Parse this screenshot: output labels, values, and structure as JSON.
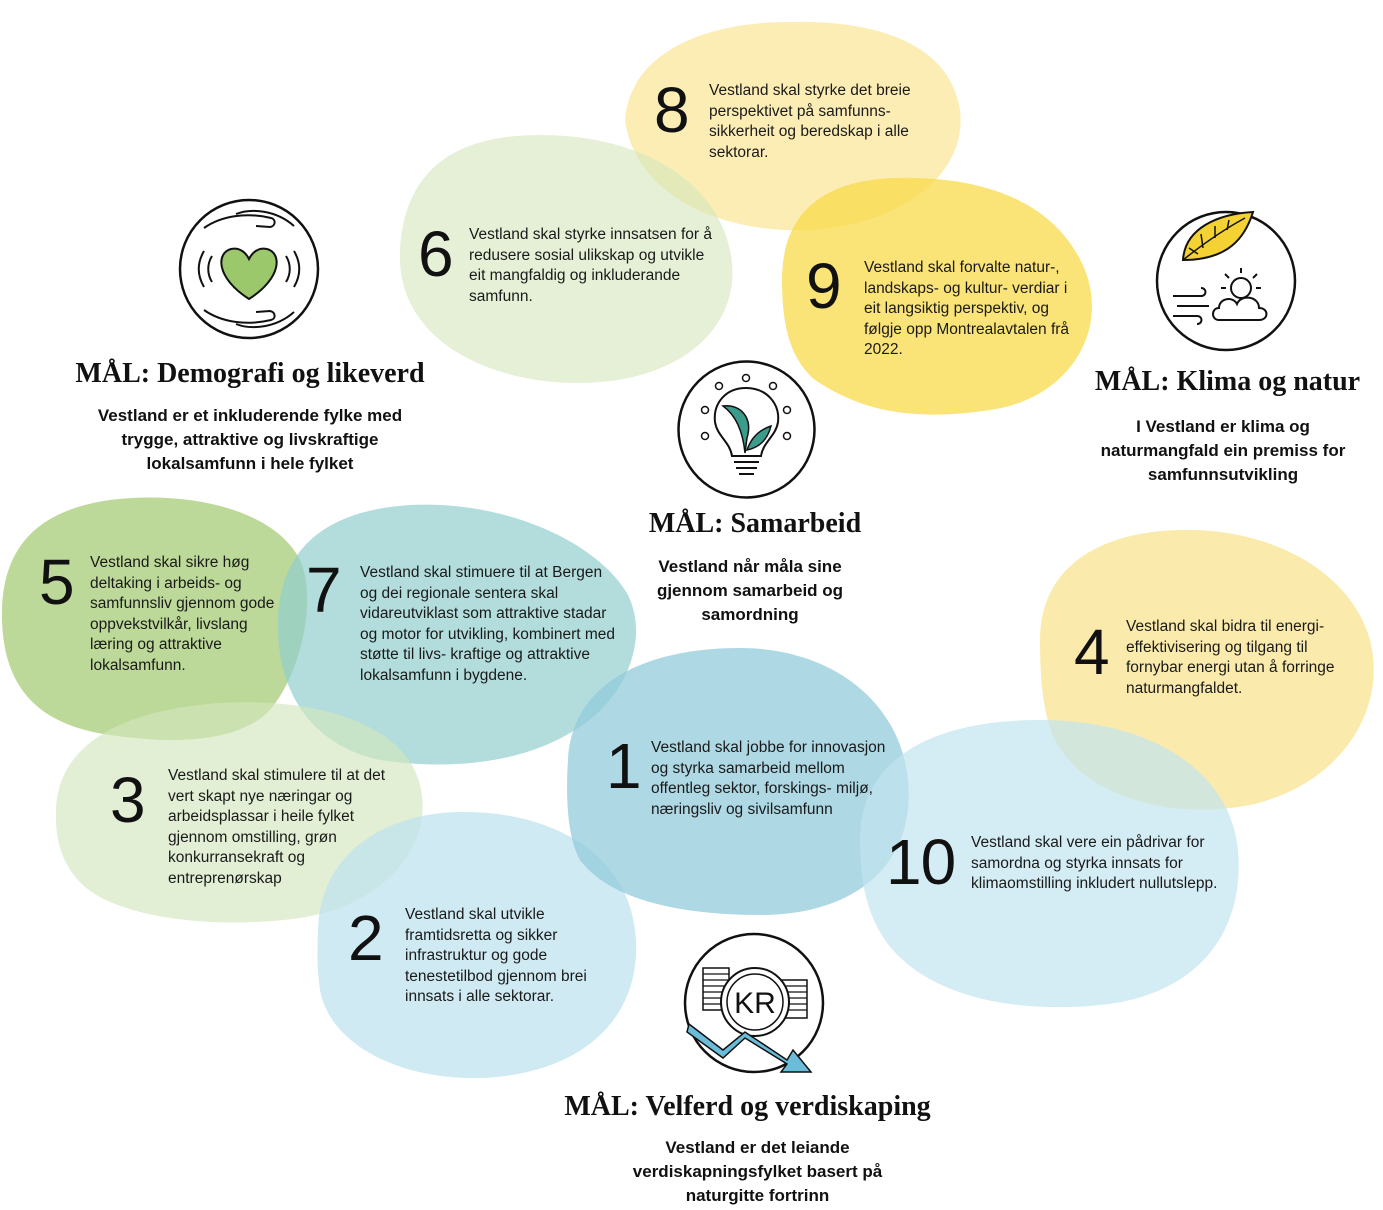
{
  "goals": {
    "demografi": {
      "title": "MÅL: Demografi og likeverd",
      "text": "Vestland er et inkluderende fylke med trygge, attraktive og livskraftige lokalsamfunn i hele fylket",
      "icon": "caring-hands-heart-icon"
    },
    "samarbeid": {
      "title": "MÅL: Samarbeid",
      "text": "Vestland når måla sine gjennom samarbeid og samordning",
      "icon": "lightbulb-leaves-icon"
    },
    "klima": {
      "title": "MÅL: Klima og natur",
      "text": "I Vestland er klima og naturmangfald ein premiss for samfunnsutvikling",
      "icon": "leaf-sun-cloud-icon"
    },
    "velferd": {
      "title": "MÅL: Velferd og verdiskaping",
      "text": "Vestland er det leiande verdiskapningsfylket basert på naturgitte fortrinn",
      "icon": "krone-coins-arrow-icon"
    }
  },
  "items": [
    {
      "number": "1",
      "text": "Vestland skal jobbe for innovasjon og styrka samarbeid mellom offentleg sektor, forskings- miljø, næringsliv og sivilsamfunn",
      "color": "#9cd1dd"
    },
    {
      "number": "2",
      "text": "Vestland skal utvikle framtidsretta og sikker infrastruktur og gode tenestetilbod gjennom brei innsats i alle sektorar.",
      "color": "#bfe4ee"
    },
    {
      "number": "3",
      "text": "Vestland skal stimulere til at det vert skapt nye næringar og arbeidsplassar i heile fylket gjennom omstilling, grøn konkurransekraft og entreprenørskap",
      "color": "#d4e6b5"
    },
    {
      "number": "4",
      "text": "Vestland skal bidra til energi- effektivisering og tilgang til fornybar energi utan å forringe naturmangfaldet.",
      "color": "#f8e390"
    },
    {
      "number": "5",
      "text": "Vestland skal sikre høg deltaking i arbeids- og samfunnsliv gjennom gode oppvekstvilkår, livslang læring og attraktive lokalsamfunn.",
      "color": "#b4d48a"
    },
    {
      "number": "6",
      "text": "Vestland skal styrke innsatsen for å redusere sosial ulikskap og utvikle eit mangfaldig og inkluderande samfunn.",
      "color": "#d7e8c0"
    },
    {
      "number": "7",
      "text": "Vestland skal stimuere til at Bergen og dei regionale sentera skal vidareutviklast som attraktive stadar og motor for utvikling, kombinert med støtte til livs- kraftige og attraktive lokalsamfunn i bygdene.",
      "color": "#a3d8d9"
    },
    {
      "number": "8",
      "text": "Vestland skal styrke det breie perspektivet på samfunns- sikkerheit og beredskap i alle sektorar.",
      "color": "#fbeba8"
    },
    {
      "number": "9",
      "text": "Vestland skal forvalte natur-, landskaps- og kultur- verdiar i eit langsiktig perspektiv, og følgje opp Montrealavtalen frå 2022.",
      "color": "#f9de63"
    },
    {
      "number": "10",
      "text": "Vestland skal vere ein pådrivar for samordna og styrka innsats for klimaomstilling inkludert nullutslepp.",
      "color": "#c6e5ef"
    }
  ],
  "icon_texts": {
    "currency": "KR"
  },
  "colors": {
    "heart": "#9bc86a",
    "leaf_green": "#3c9c8c",
    "leaf_yellow": "#f5d233",
    "arrow_blue": "#6bbcd9"
  }
}
